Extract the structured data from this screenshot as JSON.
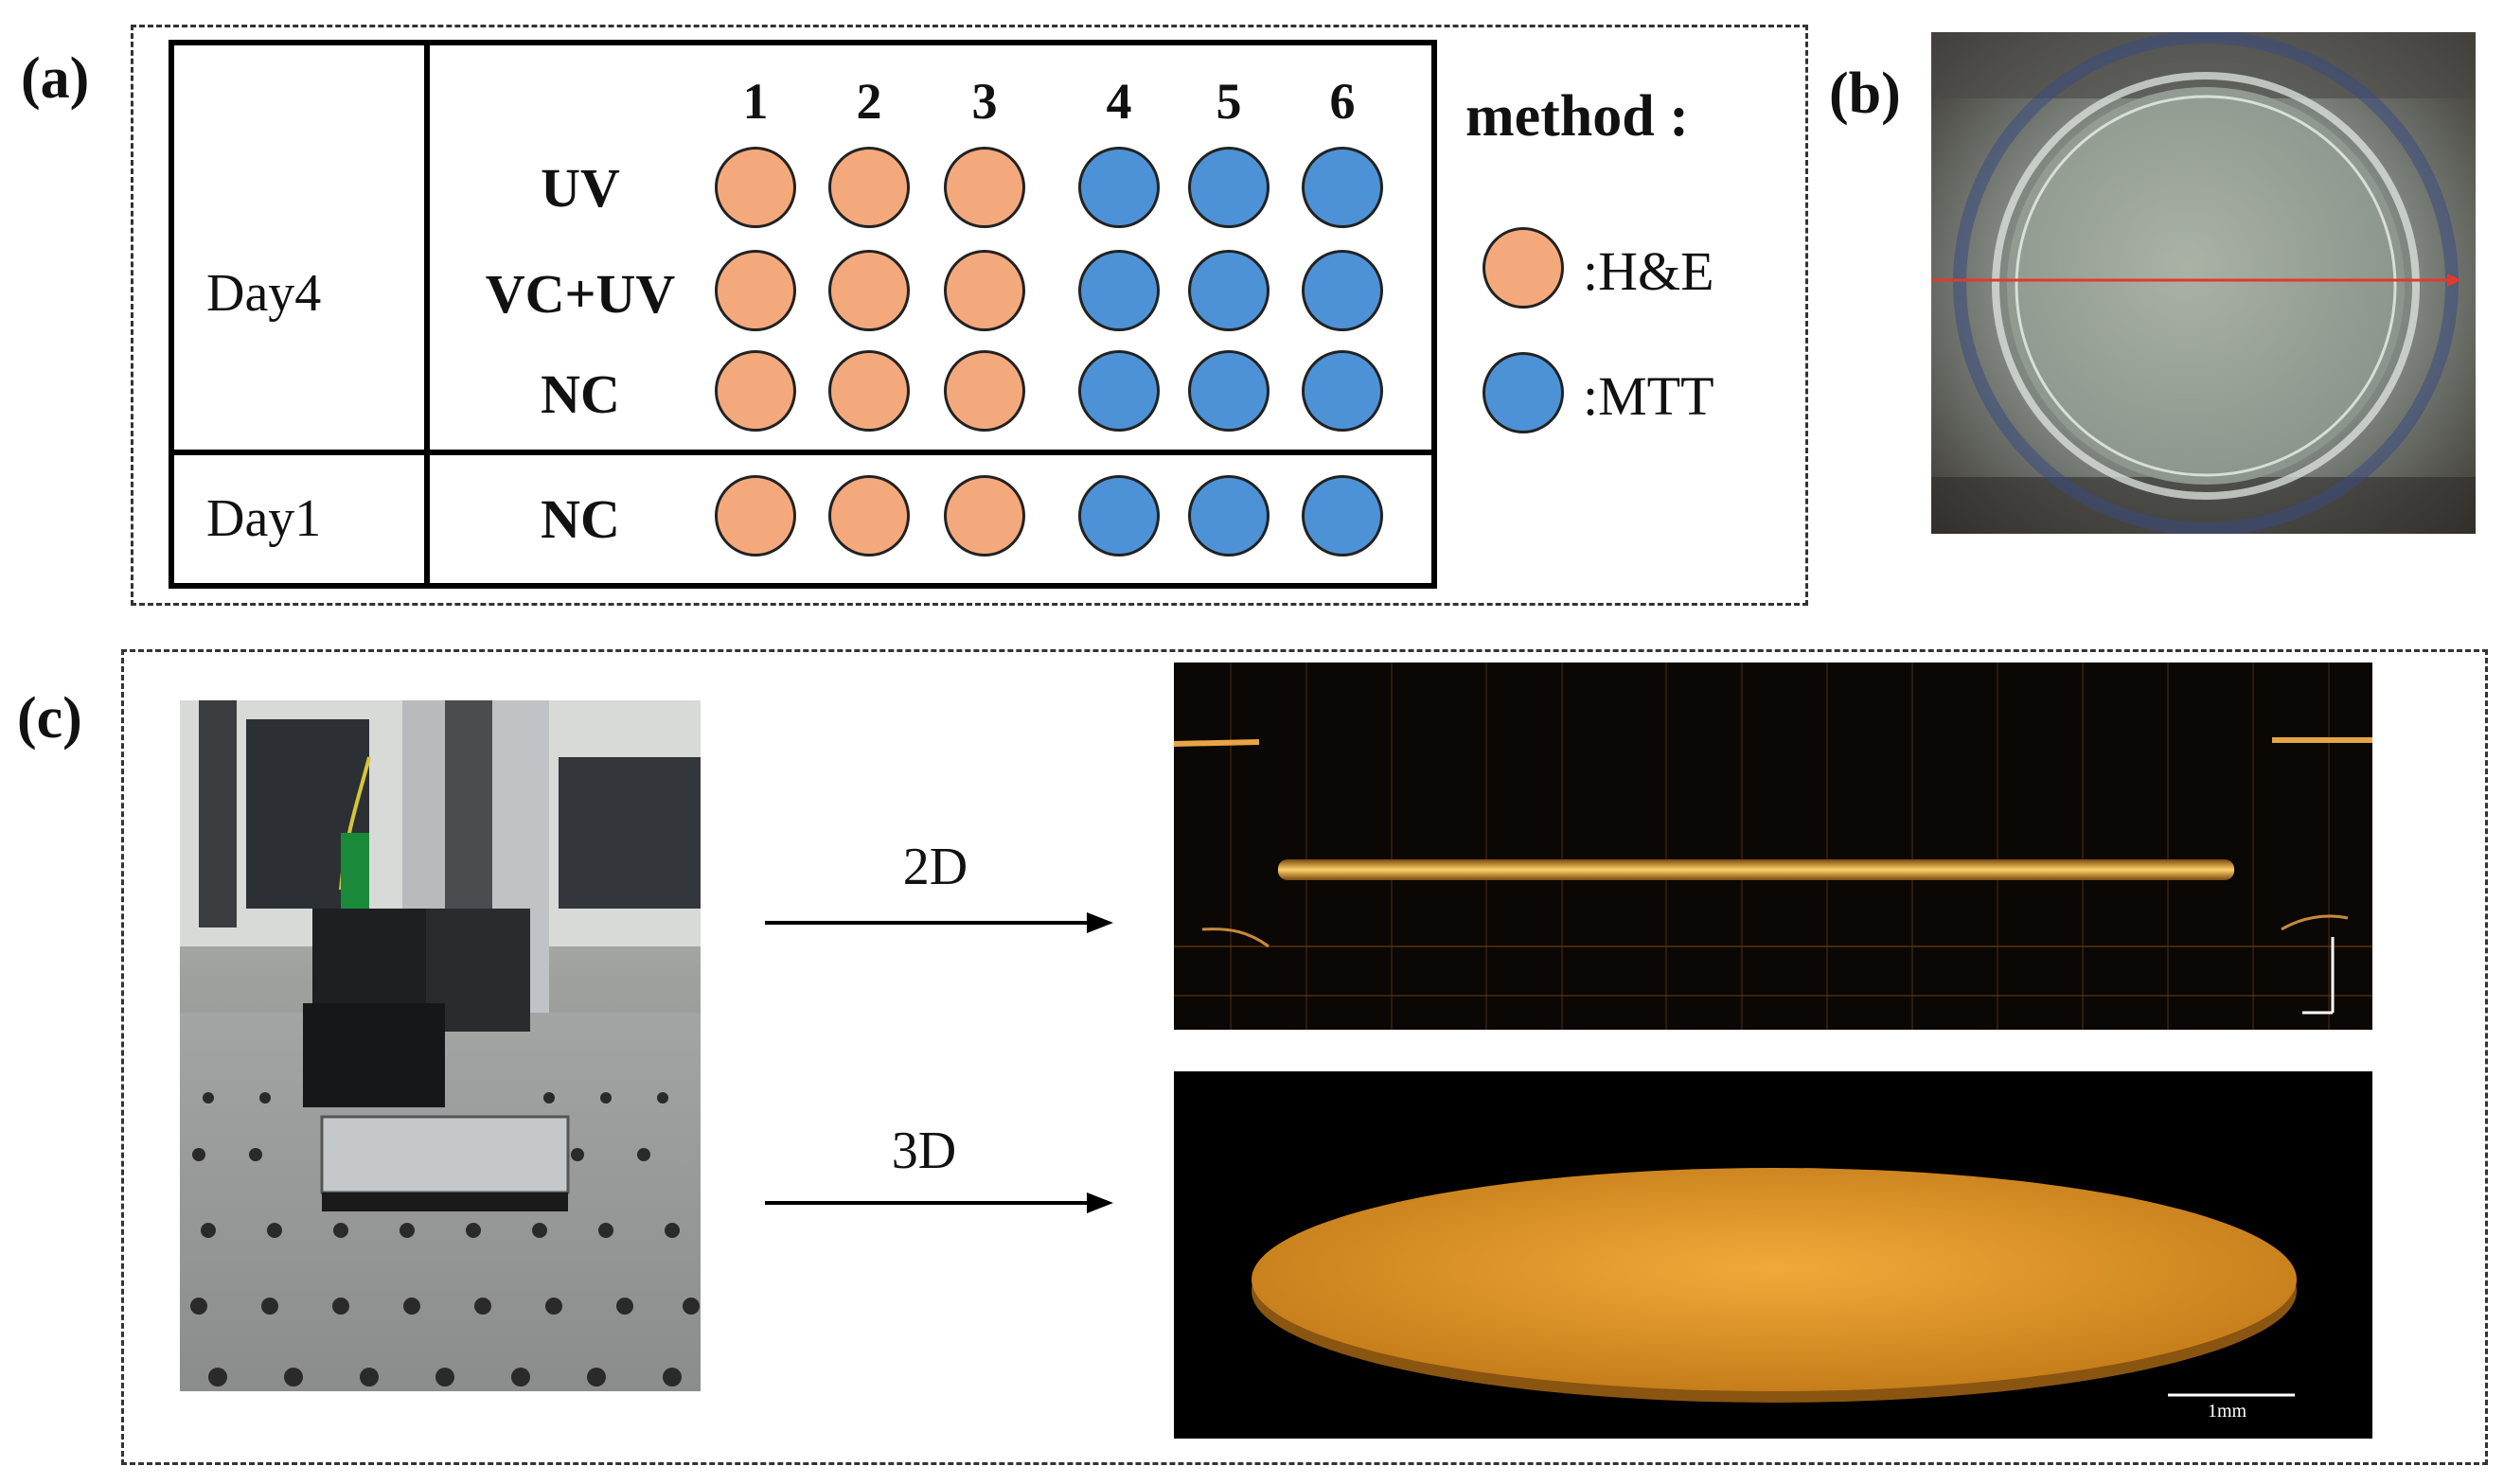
{
  "panel_a": {
    "label": "(a)",
    "columns": [
      "1",
      "2",
      "3",
      "4",
      "5",
      "6"
    ],
    "groups": [
      {
        "day": "Day4",
        "rows": [
          "UV",
          "VC+UV",
          "NC"
        ]
      },
      {
        "day": "Day1",
        "rows": [
          "NC"
        ]
      }
    ],
    "legend": {
      "title": "method :",
      "items": [
        {
          "label": ":H&E",
          "color": "#f4a97c"
        },
        {
          "label": ":MTT",
          "color": "#4d92d6"
        }
      ]
    }
  },
  "panel_b": {
    "label": "(b)"
  },
  "panel_c": {
    "label": "(c)",
    "arrow_2d_label": "2D",
    "arrow_3d_label": "3D",
    "scale_bar_label": "1mm"
  },
  "colors": {
    "he": "#f4a97c",
    "mtt": "#4d92d6",
    "oct_glow": "#e39a2a"
  }
}
